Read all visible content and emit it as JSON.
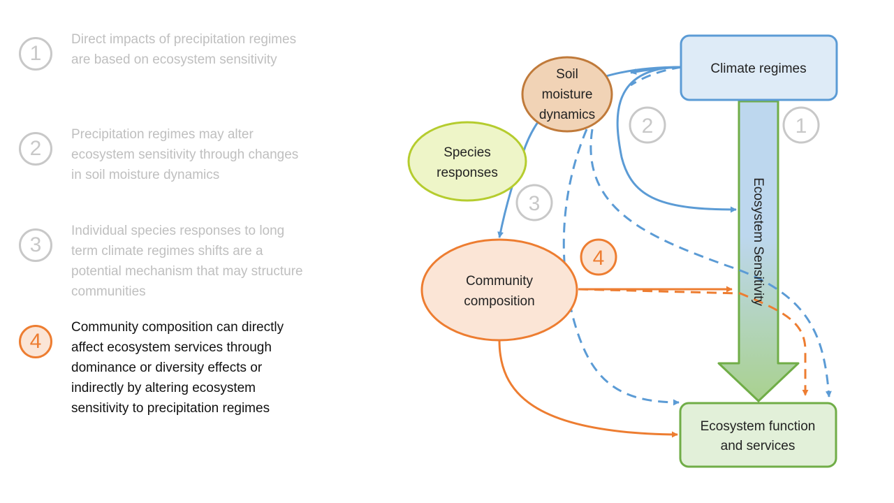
{
  "legend": [
    {
      "number": "1",
      "text": "Direct impacts of precipitation regimes are based on ecosystem sensitivity"
    },
    {
      "number": "2",
      "text": "Precipitation regimes may alter ecosystem sensitivity through changes in soil moisture dynamics"
    },
    {
      "number": "3",
      "text": "Individual species responses to long term climate regimes shifts are a potential mechanism that may structure communities"
    },
    {
      "number": "4",
      "text": "Community composition can directly affect ecosystem services through dominance or diversity effects or indirectly by altering ecosystem sensitivity to precipitation regimes"
    }
  ],
  "nodes": {
    "climate_regimes": "Climate regimes",
    "soil_moisture": [
      "Soil",
      "moisture",
      "dynamics"
    ],
    "species_responses": [
      "Species",
      "responses"
    ],
    "community_composition": [
      "Community",
      "composition"
    ],
    "ecosystem_function": [
      "Ecosystem function",
      "and services"
    ],
    "ecosystem_sensitivity": "Ecosystem Sensitivity"
  },
  "markers": {
    "m1": "1",
    "m2": "2",
    "m3": "3",
    "m4": "4"
  },
  "colors": {
    "blue": "#5b9bd5",
    "orange": "#ed7d31",
    "green": "#70ad47",
    "yellow_green": "#b5cc2e",
    "brown": "#c07a3a",
    "gray": "#c8c8c8"
  }
}
